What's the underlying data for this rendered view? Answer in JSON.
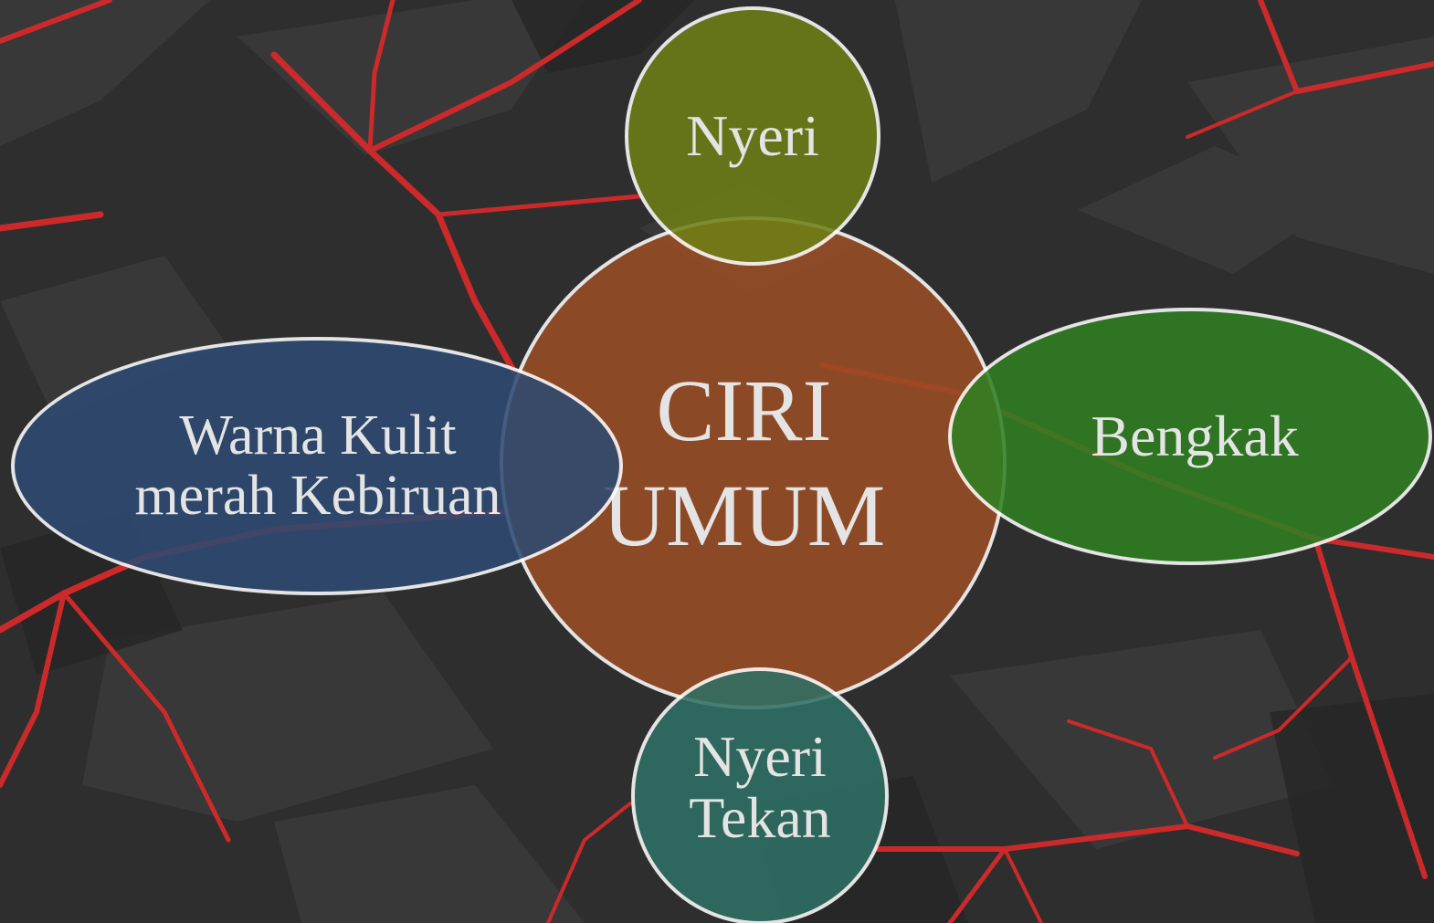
{
  "diagram": {
    "center": {
      "lines": [
        "CIRI",
        "UMUM"
      ],
      "color": "#9a4d24"
    },
    "nodes": [
      {
        "id": "top",
        "lines": [
          "Nyeri"
        ],
        "color": "#6f7f16"
      },
      {
        "id": "right",
        "lines": [
          "Bengkak"
        ],
        "color": "#2e7f22"
      },
      {
        "id": "bottom",
        "lines": [
          "Nyeri",
          "Tekan"
        ],
        "color": "#2f7064"
      },
      {
        "id": "left",
        "lines": [
          "Warna Kulit",
          "merah Kebiruan"
        ],
        "color": "#2d4a72"
      }
    ],
    "colors": {
      "background": "#2e2e2e",
      "background_shard": "#3a3a3a",
      "crack": "#cc2a2a",
      "outline": "#ffffff"
    }
  }
}
